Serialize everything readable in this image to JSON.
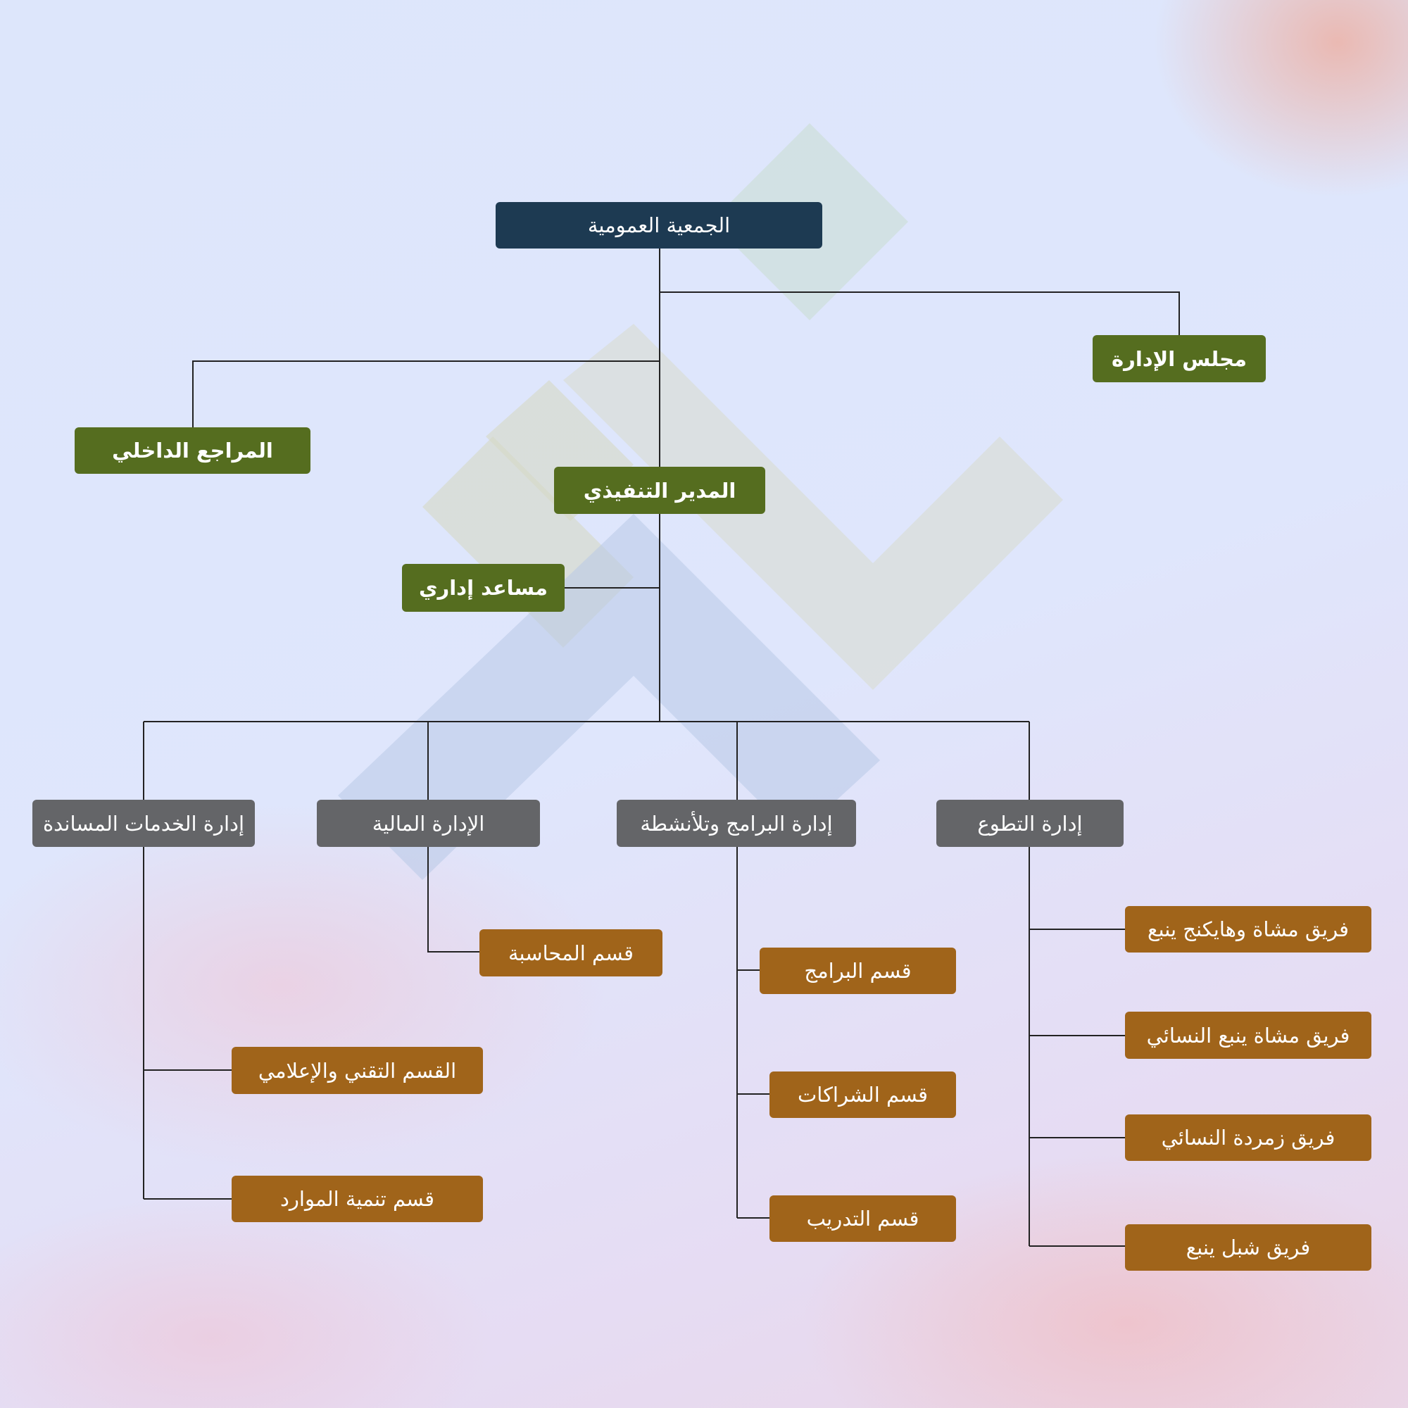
{
  "colors": {
    "root": "#1d3a52",
    "green": "#556d1f",
    "gray": "#646568",
    "brown": "#a0641a"
  },
  "root": "الجمعية العمومية",
  "board": "مجلس الإدارة",
  "auditor": "المراجع الداخلي",
  "ceo": "المدير التنفيذي",
  "assistant": "مساعد إداري",
  "departments": {
    "support": "إدارة الخدمات المساندة",
    "finance": "الإدارة المالية",
    "programs": "إدارة البرامج وتلأنشطة",
    "volunteer": "إدارة التطوع"
  },
  "sections": {
    "accounting": "قسم المحاسبة",
    "tech_media": "القسم التقني والإعلامي",
    "resources": "قسم تنمية الموارد",
    "programs": "قسم البرامج",
    "partnerships": "قسم الشراكات",
    "training": "قسم التدريب"
  },
  "teams": [
    "فريق مشاة وهايكنج ينبع",
    "فريق مشاة ينبع النسائي",
    "فريق زمردة النسائي",
    "فريق شبل ينبع"
  ]
}
